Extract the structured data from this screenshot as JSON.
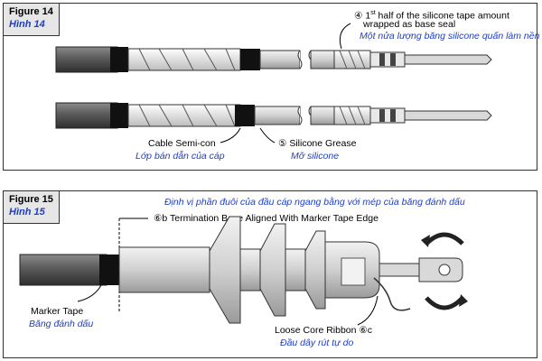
{
  "figure14": {
    "title_en": "Figure 14",
    "title_vi": "Hình 14",
    "callout4_num": "④",
    "callout4_pre": "1",
    "callout4_sup": "st",
    "callout4_post": " half of the silicone tape amount",
    "callout4_line2": "wrapped as base seal",
    "callout4_vi": "Một nửa lượng băng silicone quấn làm nền",
    "semicon_en": "Cable Semi-con",
    "semicon_vi": "Lớp bán dẫn của cáp",
    "callout5_en": "⑤  Silicone Grease",
    "callout5_vi": "Mỡ silicone"
  },
  "figure15": {
    "title_en": "Figure 15",
    "title_vi": "Hình 15",
    "top_vi": "Định vị phần đuôi của đầu cáp ngang bằng với mép của băng đánh dấu",
    "callout6b": "⑥b Termination Base Aligned With Marker Tape Edge",
    "marker_en": "Marker Tape",
    "marker_vi": "Băng đánh dấu",
    "ribbon_en": "Loose Core Ribbon ⑥c",
    "ribbon_vi": "Đầu dây rút tự do"
  },
  "colors": {
    "accent_blue": "#1f3fbf",
    "jacket_dark": "#555555",
    "body_light": "#cfcfcf",
    "tape_black": "#111111"
  }
}
